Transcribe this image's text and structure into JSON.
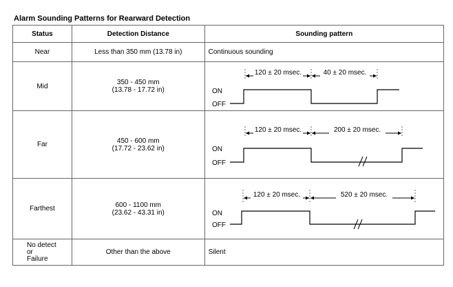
{
  "title": "Alarm Sounding Patterns for Rearward Detection",
  "headers": {
    "status": "Status",
    "distance": "Detection Distance",
    "pattern": "Sounding pattern"
  },
  "rows": [
    {
      "status": "Near",
      "distance": "Less than 350 mm (13.78 in)",
      "pattern": "Continuous sounding"
    },
    {
      "status": "Mid",
      "distance_line1": "350 - 450 mm",
      "distance_line2": "(13.78 - 17.72 in)",
      "on_label": "ON",
      "off_label": "OFF",
      "on_time": "120 ± 20 msec.",
      "off_time": "40 ± 20 msec."
    },
    {
      "status": "Far",
      "distance_line1": "450 - 600 mm",
      "distance_line2": "(17.72 - 23.62 in)",
      "on_label": "ON",
      "off_label": "OFF",
      "on_time": "120 ± 20 msec.",
      "off_time": "200 ± 20 msec."
    },
    {
      "status": "Farthest",
      "distance_line1": "600 - 1100 mm",
      "distance_line2": "(23.62 - 43.31 in)",
      "on_label": "ON",
      "off_label": "OFF",
      "on_time": "120 ± 20 msec.",
      "off_time": "520 ± 20 msec."
    },
    {
      "status_line1": "No detect",
      "status_line2": "or",
      "status_line3": "Failure",
      "distance": "Other than the above",
      "pattern": "Silent"
    }
  ]
}
